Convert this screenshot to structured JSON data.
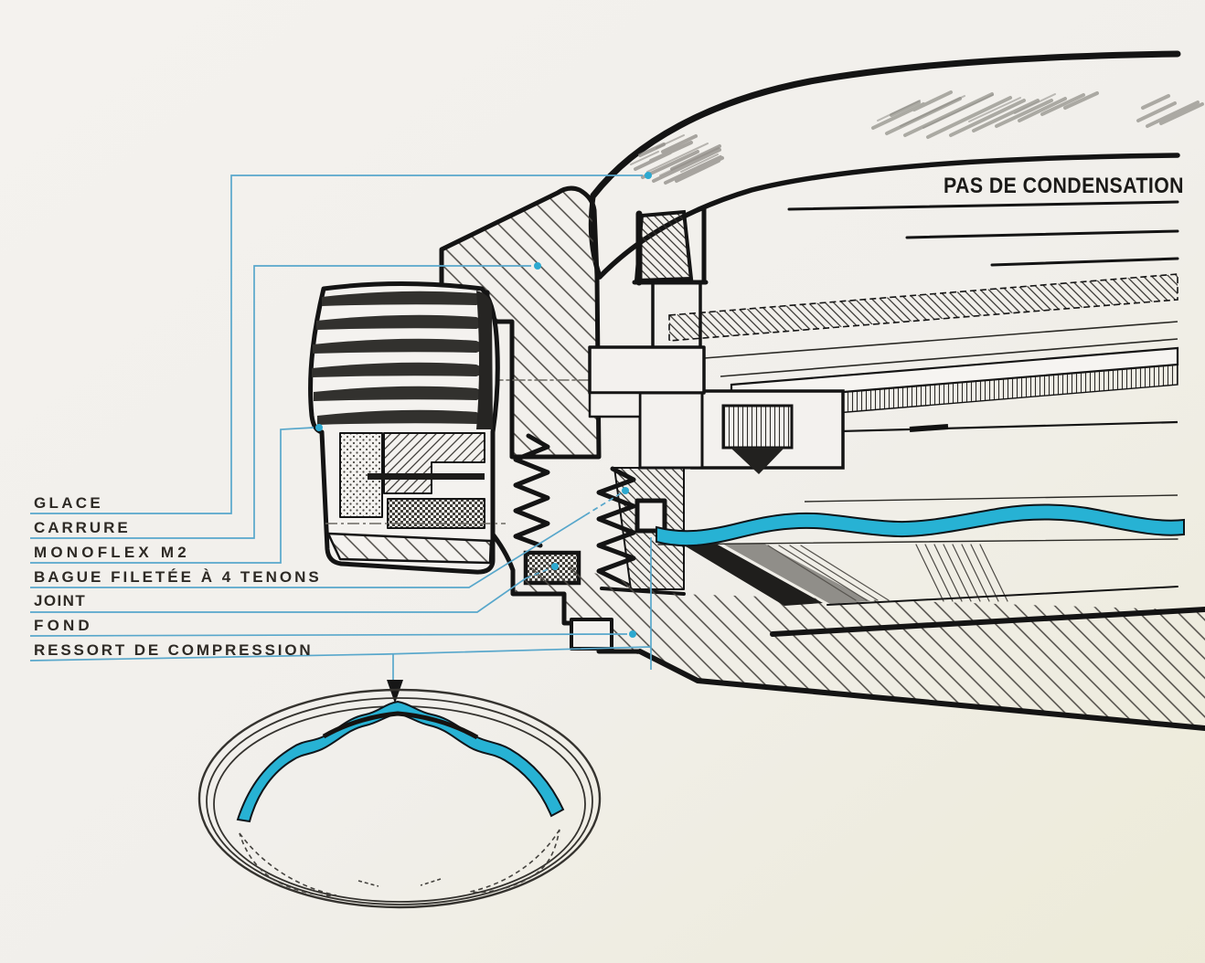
{
  "diagram": {
    "annotation_top": "PAS DE CONDENSATION",
    "labels": [
      {
        "id": "glace",
        "text": "GLACE"
      },
      {
        "id": "carrure",
        "text": "CARRURE"
      },
      {
        "id": "monoflex",
        "text": "MONOFLEX M2"
      },
      {
        "id": "bague",
        "text": "BAGUE FILETÉE À 4 TENONS"
      },
      {
        "id": "joint",
        "text": "JOINT"
      },
      {
        "id": "fond",
        "text": "FOND"
      },
      {
        "id": "ressort",
        "text": "RESSORT DE COMPRESSION"
      }
    ],
    "colors": {
      "paper": "#f1efeb",
      "ink": "#141414",
      "hatch_gray": "#4b4843",
      "leader_blue": "#58a7cb",
      "dot_blue": "#2da9d0",
      "gasket_cyan": "#27b2d4",
      "label_text": "#2e2a25"
    }
  }
}
